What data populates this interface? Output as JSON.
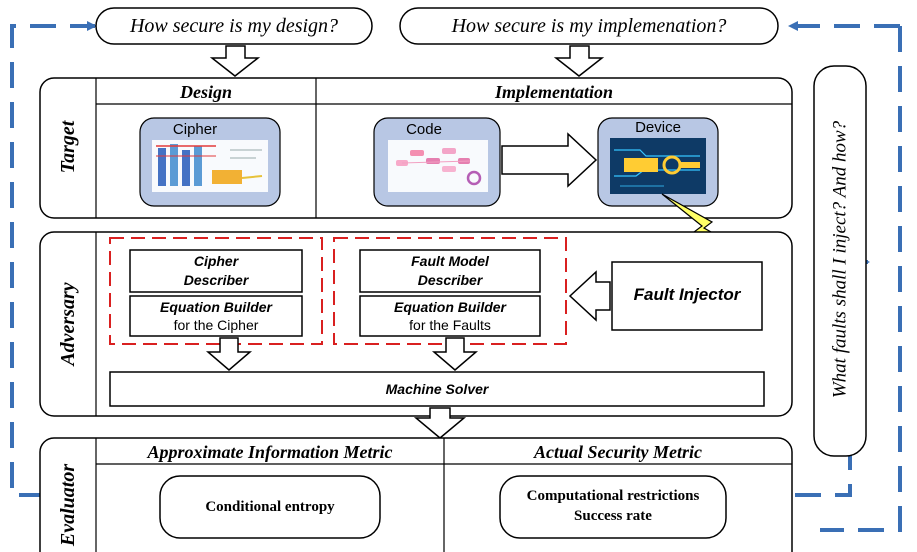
{
  "questions": {
    "design": "How secure is my design?",
    "implementation": "How secure is my implemenation?",
    "faults": "What faults shall I inject? And how?"
  },
  "target": {
    "label": "Target",
    "design_header": "Design",
    "implementation_header": "Implementation",
    "cipher": "Cipher",
    "code": "Code",
    "device": "Device"
  },
  "adversary": {
    "label": "Adversary",
    "cipher_describer_l1": "Cipher",
    "cipher_describer_l2": "Describer",
    "eq_builder_cipher_l1": "Equation Builder",
    "eq_builder_cipher_l2": "for the Cipher",
    "fault_model_l1": "Fault Model",
    "fault_model_l2": "Describer",
    "eq_builder_faults_l1": "Equation Builder",
    "eq_builder_faults_l2": "for the Faults",
    "fault_injector": "Fault Injector",
    "machine_solver": "Machine Solver"
  },
  "evaluator": {
    "label": "Evaluator",
    "approx_header": "Approximate Information Metric",
    "actual_header": "Actual Security Metric",
    "conditional_entropy": "Conditional entropy",
    "computational_restrictions": "Computational restrictions",
    "success_rate": "Success rate"
  },
  "colors": {
    "feedback_dash": "#3a6fb5",
    "red_dash": "#d92020",
    "image_box_fill": "#b8c7e4",
    "bolt_fill": "#ffff66"
  }
}
